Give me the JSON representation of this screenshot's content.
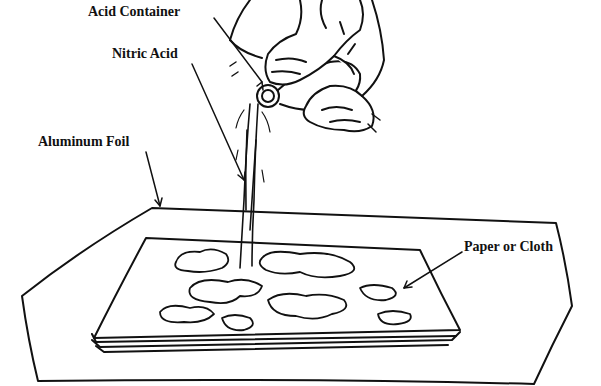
{
  "diagram": {
    "labels": [
      "Acid Container",
      "Nitric Acid",
      "Aluminum Foil",
      "Paper or Cloth"
    ]
  }
}
